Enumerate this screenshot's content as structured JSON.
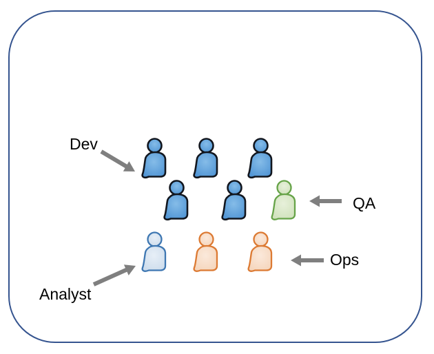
{
  "diagram": {
    "description": "Team roles diagram with person icons grouped by role",
    "labels": {
      "dev": "Dev",
      "qa": "QA",
      "ops": "Ops",
      "analyst": "Analyst"
    },
    "groups": [
      {
        "role": "Dev",
        "member_count": 5,
        "color_name": "blue"
      },
      {
        "role": "QA",
        "member_count": 1,
        "color_name": "green"
      },
      {
        "role": "Ops",
        "member_count": 2,
        "color_name": "orange"
      },
      {
        "role": "Analyst",
        "member_count": 1,
        "color_name": "light-blue"
      }
    ],
    "icons": {
      "person": "person-icon",
      "arrow": "arrow-icon"
    },
    "colors": {
      "background": "#ffffff",
      "frame_border": "#35548f",
      "label_text": "#000000",
      "arrow": "#7f7f7f",
      "dev_fill": "#4a90d2",
      "dev_fill_light": "#85bce8",
      "dev_stroke": "#12161e",
      "qa_fill": "#cde0b8",
      "qa_fill_light": "#e7f0da",
      "qa_stroke": "#66a348",
      "ops_fill": "#f4d3b8",
      "ops_fill_light": "#fbe9db",
      "ops_stroke": "#dc7a33",
      "analyst_fill": "#cadaeb",
      "analyst_fill_light": "#e7eff7",
      "analyst_stroke": "#3e77b2"
    }
  }
}
